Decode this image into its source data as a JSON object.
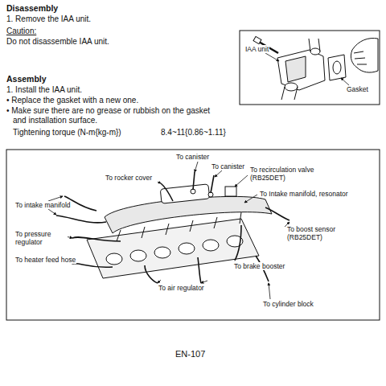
{
  "diagram": {
    "labels": [
      "Disassembly",
      "1. Remove the IAA unit.",
      "Caution:",
      "Do not disassemble IAA unit.",
      "Assembly",
      "1. Install the IAA unit.",
      "• Replace the gasket with a new one.",
      "• Make sure there are no grease or rubbish on the gasket and installation surface.",
      "Tightening torque (N-m{kg-m})",
      "8.4~11{0.86~1.11}",
      "IAA unit",
      "Gasket",
      "To canister",
      "To canister",
      "To rocker cover",
      "To recirculation valve (RB25DET)",
      "To Intake manifold, resonator",
      "To intake manifold",
      "To boost sensor (RB25DET)",
      "To pressure regulator",
      "To heater feed hose",
      "To air regulator",
      "To brake booster",
      "To cylinder block",
      "EN-107"
    ]
  }
}
